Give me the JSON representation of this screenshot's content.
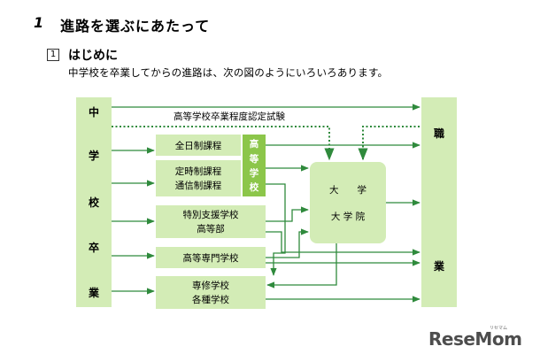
{
  "heading": {
    "number": "1",
    "title": "進路を選ぶにあたって"
  },
  "subsection": {
    "number": "1",
    "title": "はじめに",
    "intro": "中学校を卒業してからの進路は、次の図のようにいろいろあります。"
  },
  "diagram": {
    "left_column": [
      "中",
      "学",
      "校",
      "卒",
      "業"
    ],
    "right_column": [
      "職",
      "業"
    ],
    "exam_label": "高等学校卒業程度認定試験",
    "boxes": {
      "zennichi": "全日制課程",
      "teiji": "定時制課程",
      "tsushin": "通信制課程",
      "koto": [
        "高",
        "等",
        "学",
        "校"
      ],
      "tokubetsu": [
        "特別支援学校",
        "高等部"
      ],
      "senmon": "高等専門学校",
      "senshu": [
        "専修学校",
        "各種学校"
      ],
      "daigaku": [
        "大　　学",
        "大 学 院"
      ]
    },
    "colors": {
      "light_green": "#d3ecb6",
      "green": "#8cc64a",
      "dark_green": "#2f8a3c",
      "dotted": "#2f8a3c"
    }
  },
  "logo": {
    "name": "ReseMom",
    "small": "リセマム"
  }
}
